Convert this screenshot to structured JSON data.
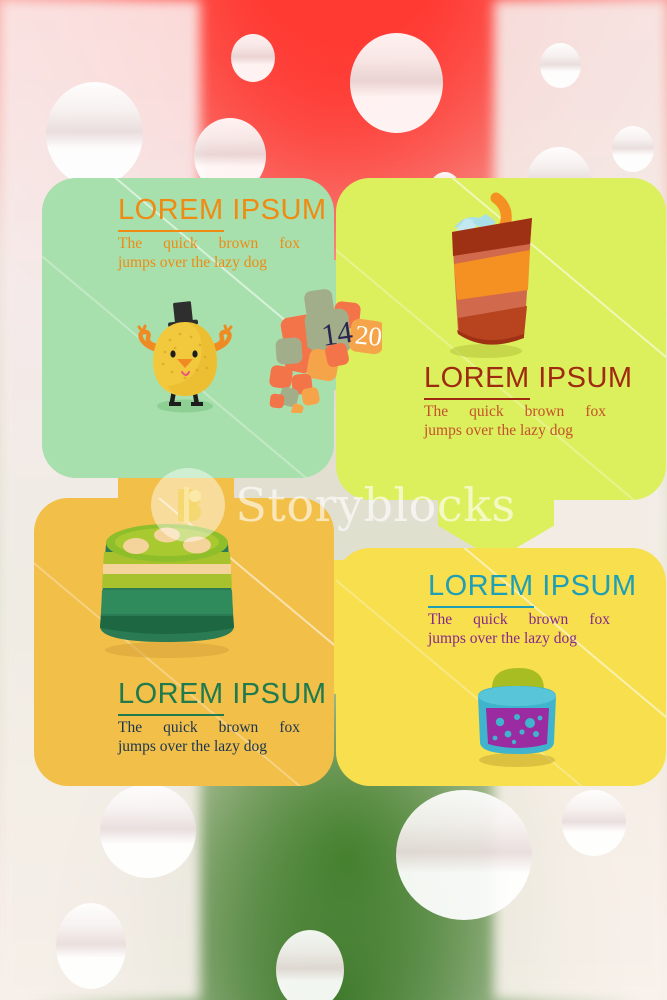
{
  "watermark": {
    "text": "Storyblocks",
    "logo_icon": "storyblocks-logo-icon"
  },
  "background": {
    "top_color": "#ff3a33",
    "bottom_color": "#3f7a2c",
    "bubble_color": "#ffffff"
  },
  "panels": [
    {
      "id": "panel-top-left",
      "bg_color": "#a8e0ad",
      "title_part1": "LOREM",
      "title_part2": " IPSUM",
      "title_color": "#ef8a12",
      "body_line1": "The  quick  brown  fox",
      "body_line2": "jumps over the lazy dog",
      "body_color": "#ef8a12",
      "icons": [
        "lemon-character-icon",
        "dice-blocks-icon"
      ],
      "dice_numbers": [
        "14",
        "20"
      ]
    },
    {
      "id": "panel-top-right",
      "bg_color": "#dcef5d",
      "title_part1": "LOREM",
      "title_part2": " IPSUM",
      "title_color": "#9e2a10",
      "body_line1": "The  quick  brown  fox",
      "body_line2": "jumps over the lazy dog",
      "body_color": "#c4512c",
      "icons": [
        "soda-cup-icon"
      ]
    },
    {
      "id": "panel-bottom-left",
      "bg_color": "#f2bf49",
      "title_part1": "LOREM",
      "title_part2": " IPSUM",
      "title_color": "#1f7a4d",
      "body_line1": "The  quick  brown  fox",
      "body_line2": "jumps over the lazy dog",
      "body_color": "#1a3552",
      "icons": [
        "green-cake-icon"
      ]
    },
    {
      "id": "panel-bottom-right",
      "bg_color": "#f7df4d",
      "title_part1": "LOREM",
      "title_part2": " IPSUM",
      "title_color": "#1e9fb5",
      "body_line1": "The  quick  brown  fox",
      "body_line2": "jumps over the lazy dog",
      "body_color": "#86288d",
      "icons": [
        "candy-bowl-icon"
      ]
    }
  ]
}
